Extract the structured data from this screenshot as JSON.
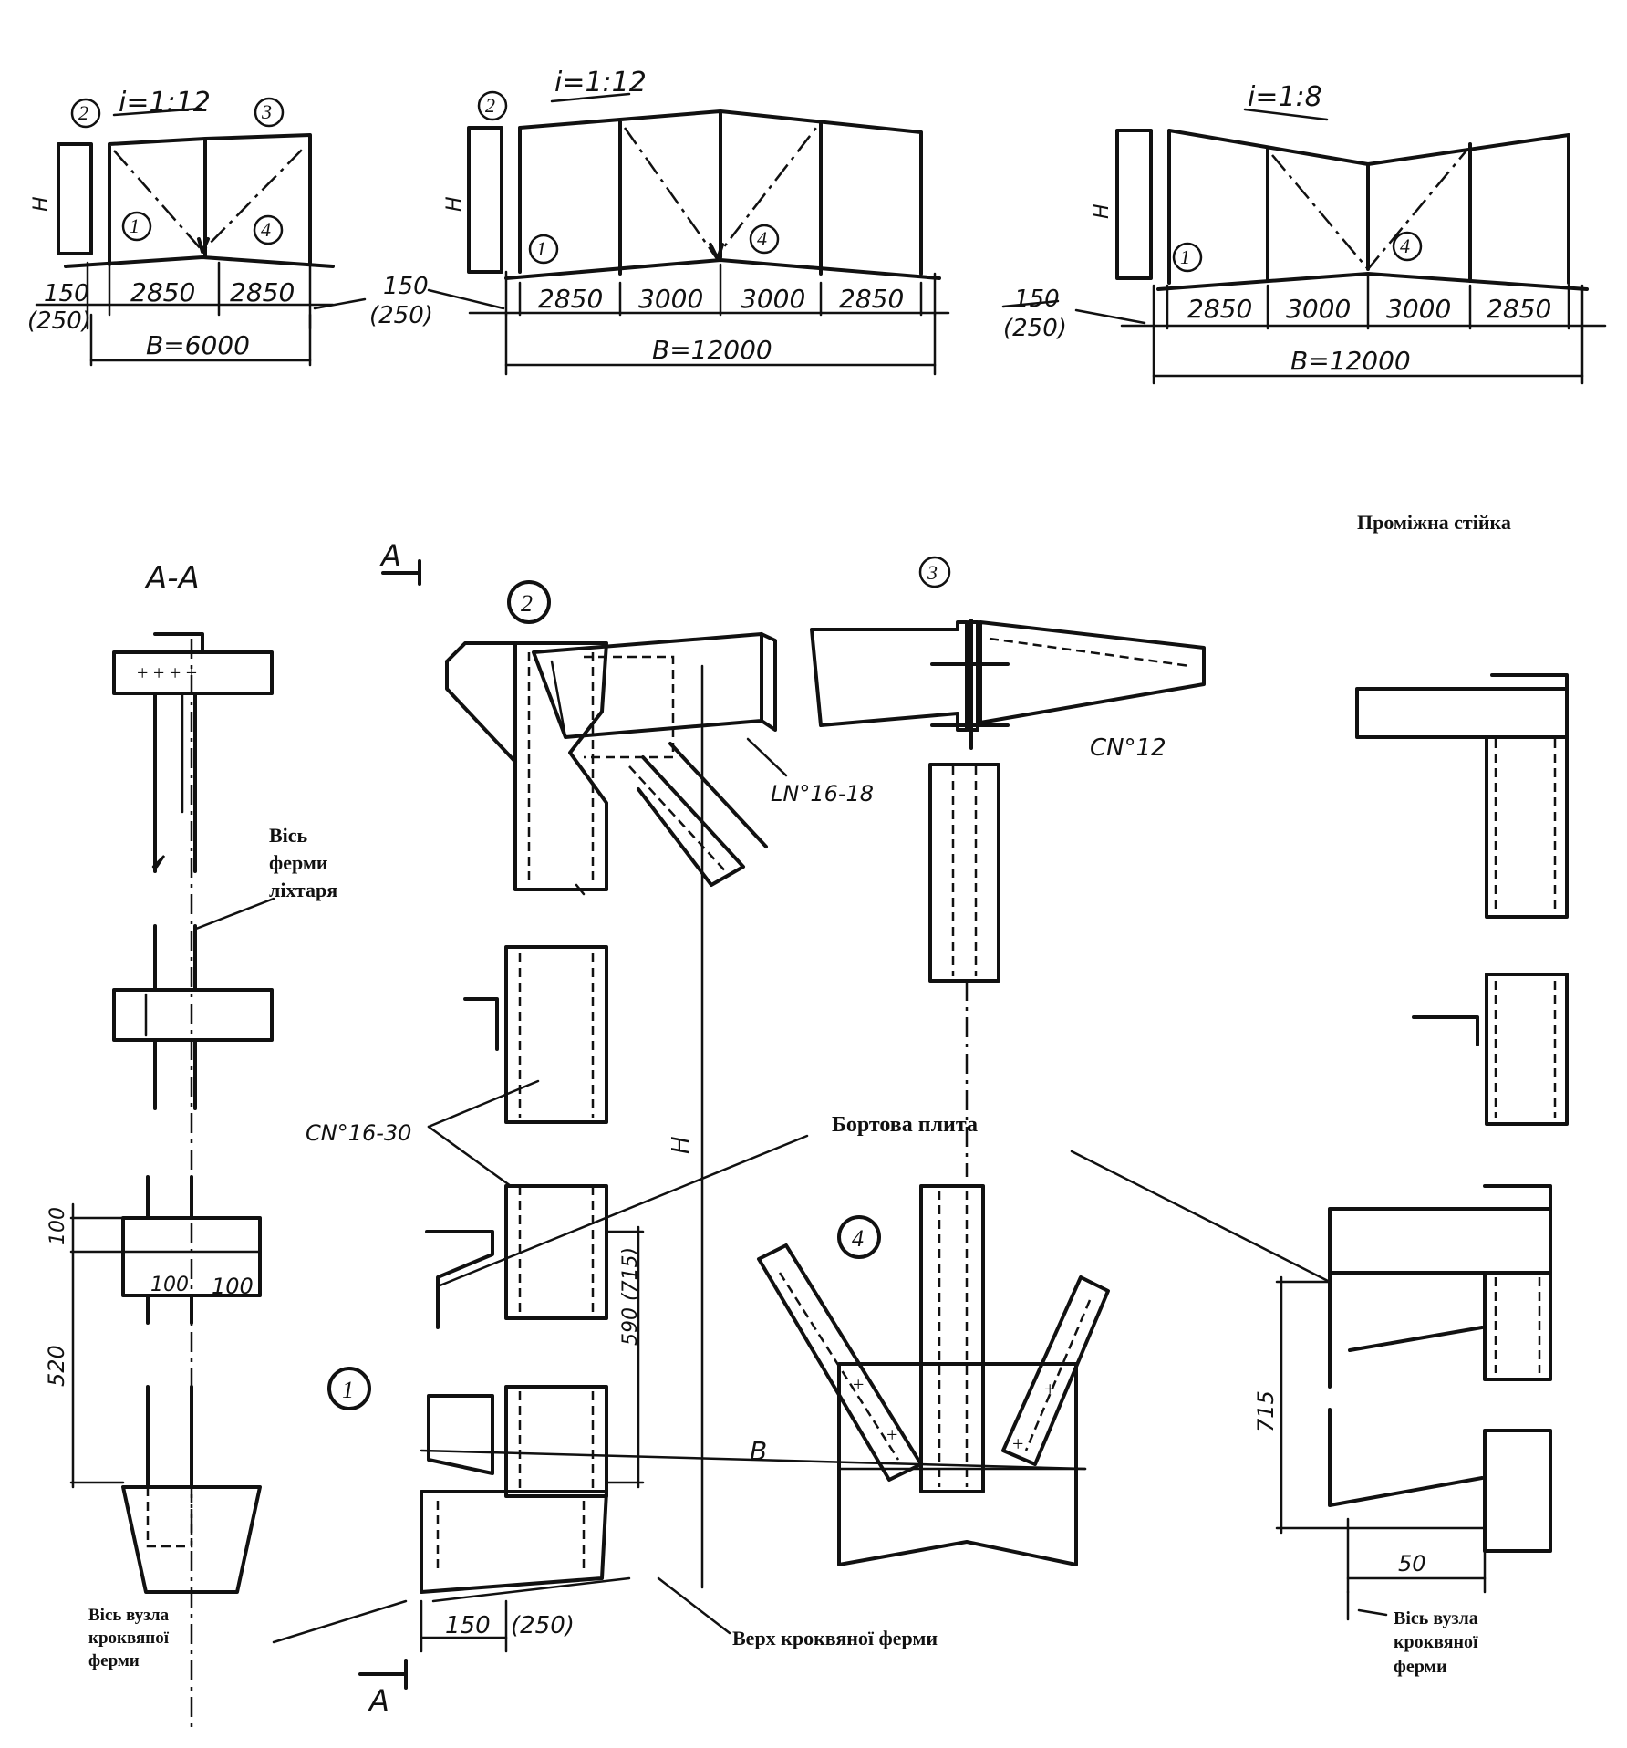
{
  "frames": {
    "f1": {
      "slope": "i=1:12",
      "dim_edge": "150",
      "dim_edge_alt": "(250)",
      "dims": [
        "2850",
        "2850"
      ],
      "span": "B=6000",
      "h": "H"
    },
    "f2": {
      "slope": "i=1:12",
      "dim_edge": "150",
      "dim_edge_alt": "(250)",
      "dims": [
        "2850",
        "3000",
        "3000",
        "2850"
      ],
      "span": "B=12000",
      "h": "H"
    },
    "f3": {
      "slope": "i=1:8",
      "dim_edge": "150",
      "dim_edge_alt": "(250)",
      "dims": [
        "2850",
        "3000",
        "3000",
        "2850"
      ],
      "span": "B=12000",
      "h": "H"
    }
  },
  "node_marks": [
    "1",
    "2",
    "3",
    "4"
  ],
  "section": {
    "title": "A-A",
    "mark": "A"
  },
  "labels": {
    "intermediate_post": "Проміжна стійка",
    "lantern_truss_axis": [
      "Вісь",
      "ферми",
      "ліхтаря"
    ],
    "edge_plate": "Бортова плита",
    "roof_truss_top": "Верх кроквяної ферми",
    "roof_truss_node_axis": [
      "Вісь вузла",
      "кроквяної",
      "ферми"
    ],
    "roof_truss_node_axis_right": [
      "Вісь вузла",
      "кроквяної",
      "ферми"
    ]
  },
  "profiles": {
    "top_chord": "LN°16-18",
    "channel": "CN°12",
    "post": "CN°16-30"
  },
  "dims": {
    "d100a": "100",
    "d100b": "100",
    "d100c": "100",
    "d520": "520",
    "d590": "590 (715)",
    "d150": "150",
    "d250": "(250)",
    "d715": "715",
    "d50": "50",
    "H": "H",
    "B": "B"
  }
}
